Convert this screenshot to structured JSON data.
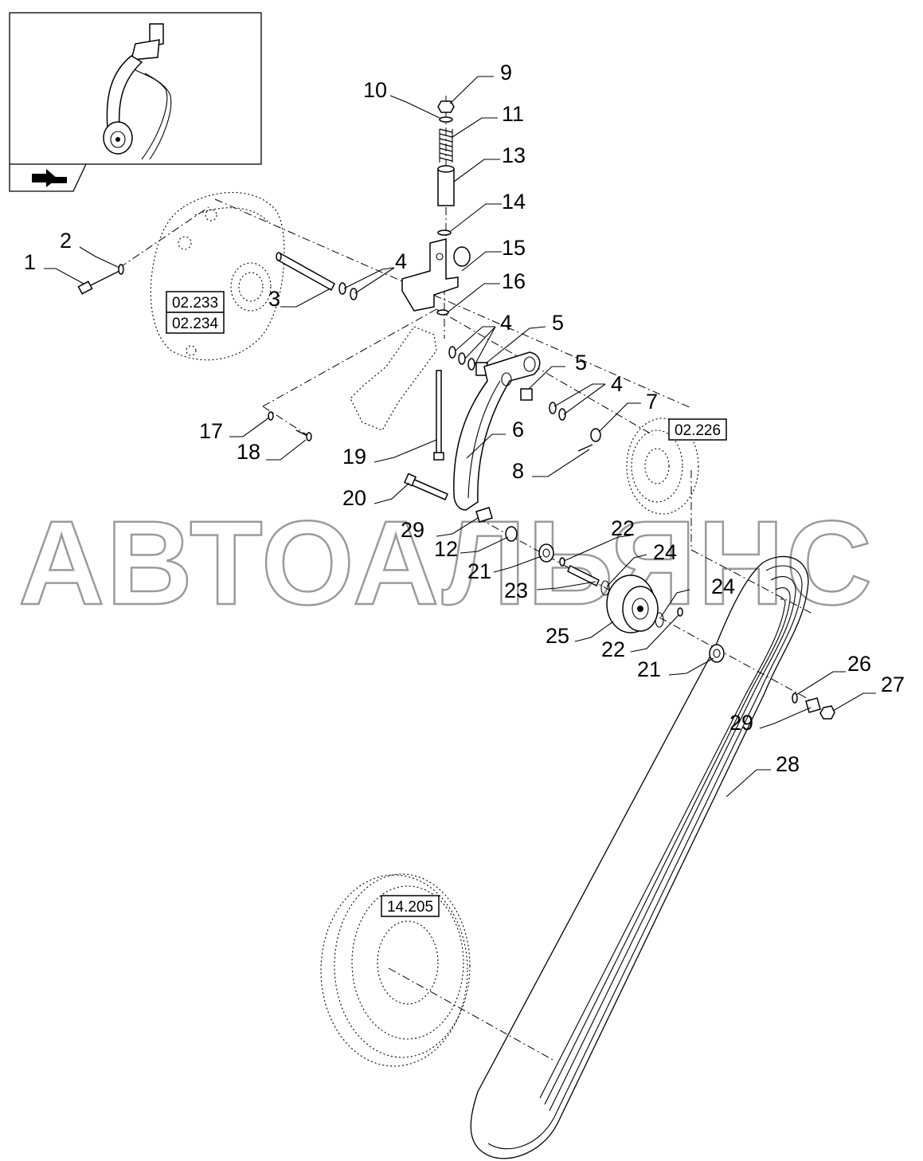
{
  "watermark": "АВТОАЛЬЯНС",
  "callouts": [
    "1",
    "2",
    "3",
    "4",
    "4",
    "4",
    "5",
    "5",
    "6",
    "7",
    "8",
    "9",
    "10",
    "11",
    "12",
    "13",
    "14",
    "15",
    "16",
    "17",
    "18",
    "19",
    "20",
    "21",
    "21",
    "22",
    "22",
    "23",
    "24",
    "24",
    "25",
    "26",
    "27",
    "28",
    "29",
    "29"
  ],
  "references": [
    "02.233",
    "02.234",
    "02.226",
    "14.205"
  ],
  "icons": {
    "thumbnail": "belt-tensioner-thumbnail-icon",
    "nav_arrow": "navigation-arrow-icon"
  }
}
